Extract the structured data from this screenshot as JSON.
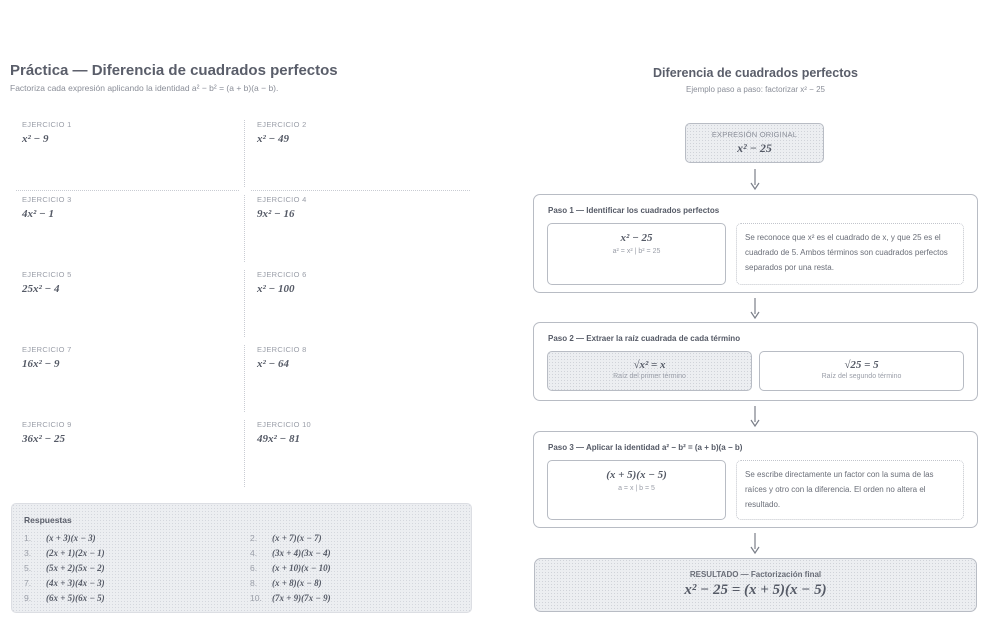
{
  "practice": {
    "title": "Práctica — Diferencia de cuadrados perfectos",
    "subtitle": "Factoriza cada expresión aplicando la identidad a² − b² = (a + b)(a − b).",
    "exercises": [
      {
        "label": "EJERCICIO 1",
        "expr": "x² − 9"
      },
      {
        "label": "EJERCICIO 2",
        "expr": "x² − 49"
      },
      {
        "label": "EJERCICIO 3",
        "expr": "4x² − 1"
      },
      {
        "label": "EJERCICIO 4",
        "expr": "9x² − 16"
      },
      {
        "label": "EJERCICIO 5",
        "expr": "25x² − 4"
      },
      {
        "label": "EJERCICIO 6",
        "expr": "x² − 100"
      },
      {
        "label": "EJERCICIO 7",
        "expr": "16x² − 9"
      },
      {
        "label": "EJERCICIO 8",
        "expr": "x² − 64"
      },
      {
        "label": "EJERCICIO 9",
        "expr": "36x² − 25"
      },
      {
        "label": "EJERCICIO 10",
        "expr": "49x² − 81"
      }
    ],
    "answers": {
      "title": "Respuestas",
      "items": [
        {
          "num": "1.",
          "val": "(x + 3)(x − 3)"
        },
        {
          "num": "2.",
          "val": "(x + 7)(x − 7)"
        },
        {
          "num": "3.",
          "val": "(2x + 1)(2x − 1)"
        },
        {
          "num": "4.",
          "val": "(3x + 4)(3x − 4)"
        },
        {
          "num": "5.",
          "val": "(5x + 2)(5x − 2)"
        },
        {
          "num": "6.",
          "val": "(x + 10)(x − 10)"
        },
        {
          "num": "7.",
          "val": "(4x + 3)(4x − 3)"
        },
        {
          "num": "8.",
          "val": "(x + 8)(x − 8)"
        },
        {
          "num": "9.",
          "val": "(6x + 5)(6x − 5)"
        },
        {
          "num": "10.",
          "val": "(7x + 9)(7x − 9)"
        }
      ]
    }
  },
  "example": {
    "title": "Diferencia de cuadrados perfectos",
    "subtitle": "Ejemplo paso a paso: factorizar x² − 25",
    "original": {
      "label": "EXPRESIÓN ORIGINAL",
      "expr": "x² − 25"
    },
    "step1": {
      "title": "Paso 1 — Identificar los cuadrados perfectos",
      "expr": "x² − 25",
      "note": "a² = x²  |  b² = 25",
      "text": "Se reconoce que x² es el cuadrado de x, y que 25 es el cuadrado de 5. Ambos términos son cuadrados perfectos separados por una resta."
    },
    "step2": {
      "title": "Paso 2 — Extraer la raíz cuadrada de cada término",
      "root1": {
        "expr": "√x² = x",
        "note": "Raíz del primer término"
      },
      "root2": {
        "expr": "√25 = 5",
        "note": "Raíz del segundo término"
      }
    },
    "step3": {
      "title": "Paso 3 — Aplicar la identidad a² − b² = (a + b)(a − b)",
      "expr": "(x + 5)(x − 5)",
      "note": "a = x  |  b = 5",
      "text": "Se escribe directamente un factor con la suma de las raíces y otro con la diferencia. El orden no altera el resultado."
    },
    "result": {
      "label": "RESULTADO — Factorización final",
      "expr": "x² − 25 = (x + 5)(x − 5)"
    }
  }
}
